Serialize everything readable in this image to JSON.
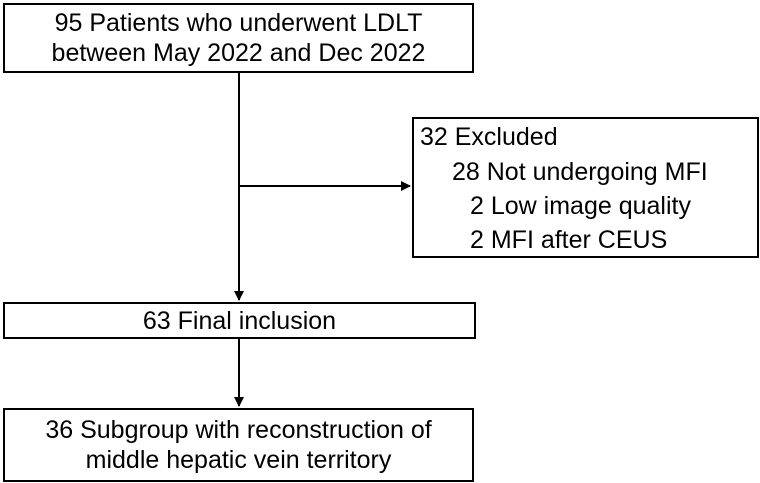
{
  "flow": {
    "enrolled": {
      "line1": "95 Patients who underwent LDLT",
      "line2": "between May 2022 and Dec 2022"
    },
    "excluded": {
      "title": "32 Excluded",
      "reasons": [
        "28 Not undergoing MFI",
        "2 Low image quality",
        "2 MFI after CEUS"
      ]
    },
    "included": {
      "label": "63 Final inclusion"
    },
    "subgroup": {
      "line1": "36 Subgroup with reconstruction of",
      "line2": "middle hepatic vein territory"
    }
  },
  "colors": {
    "stroke": "#000000",
    "background": "#ffffff"
  }
}
